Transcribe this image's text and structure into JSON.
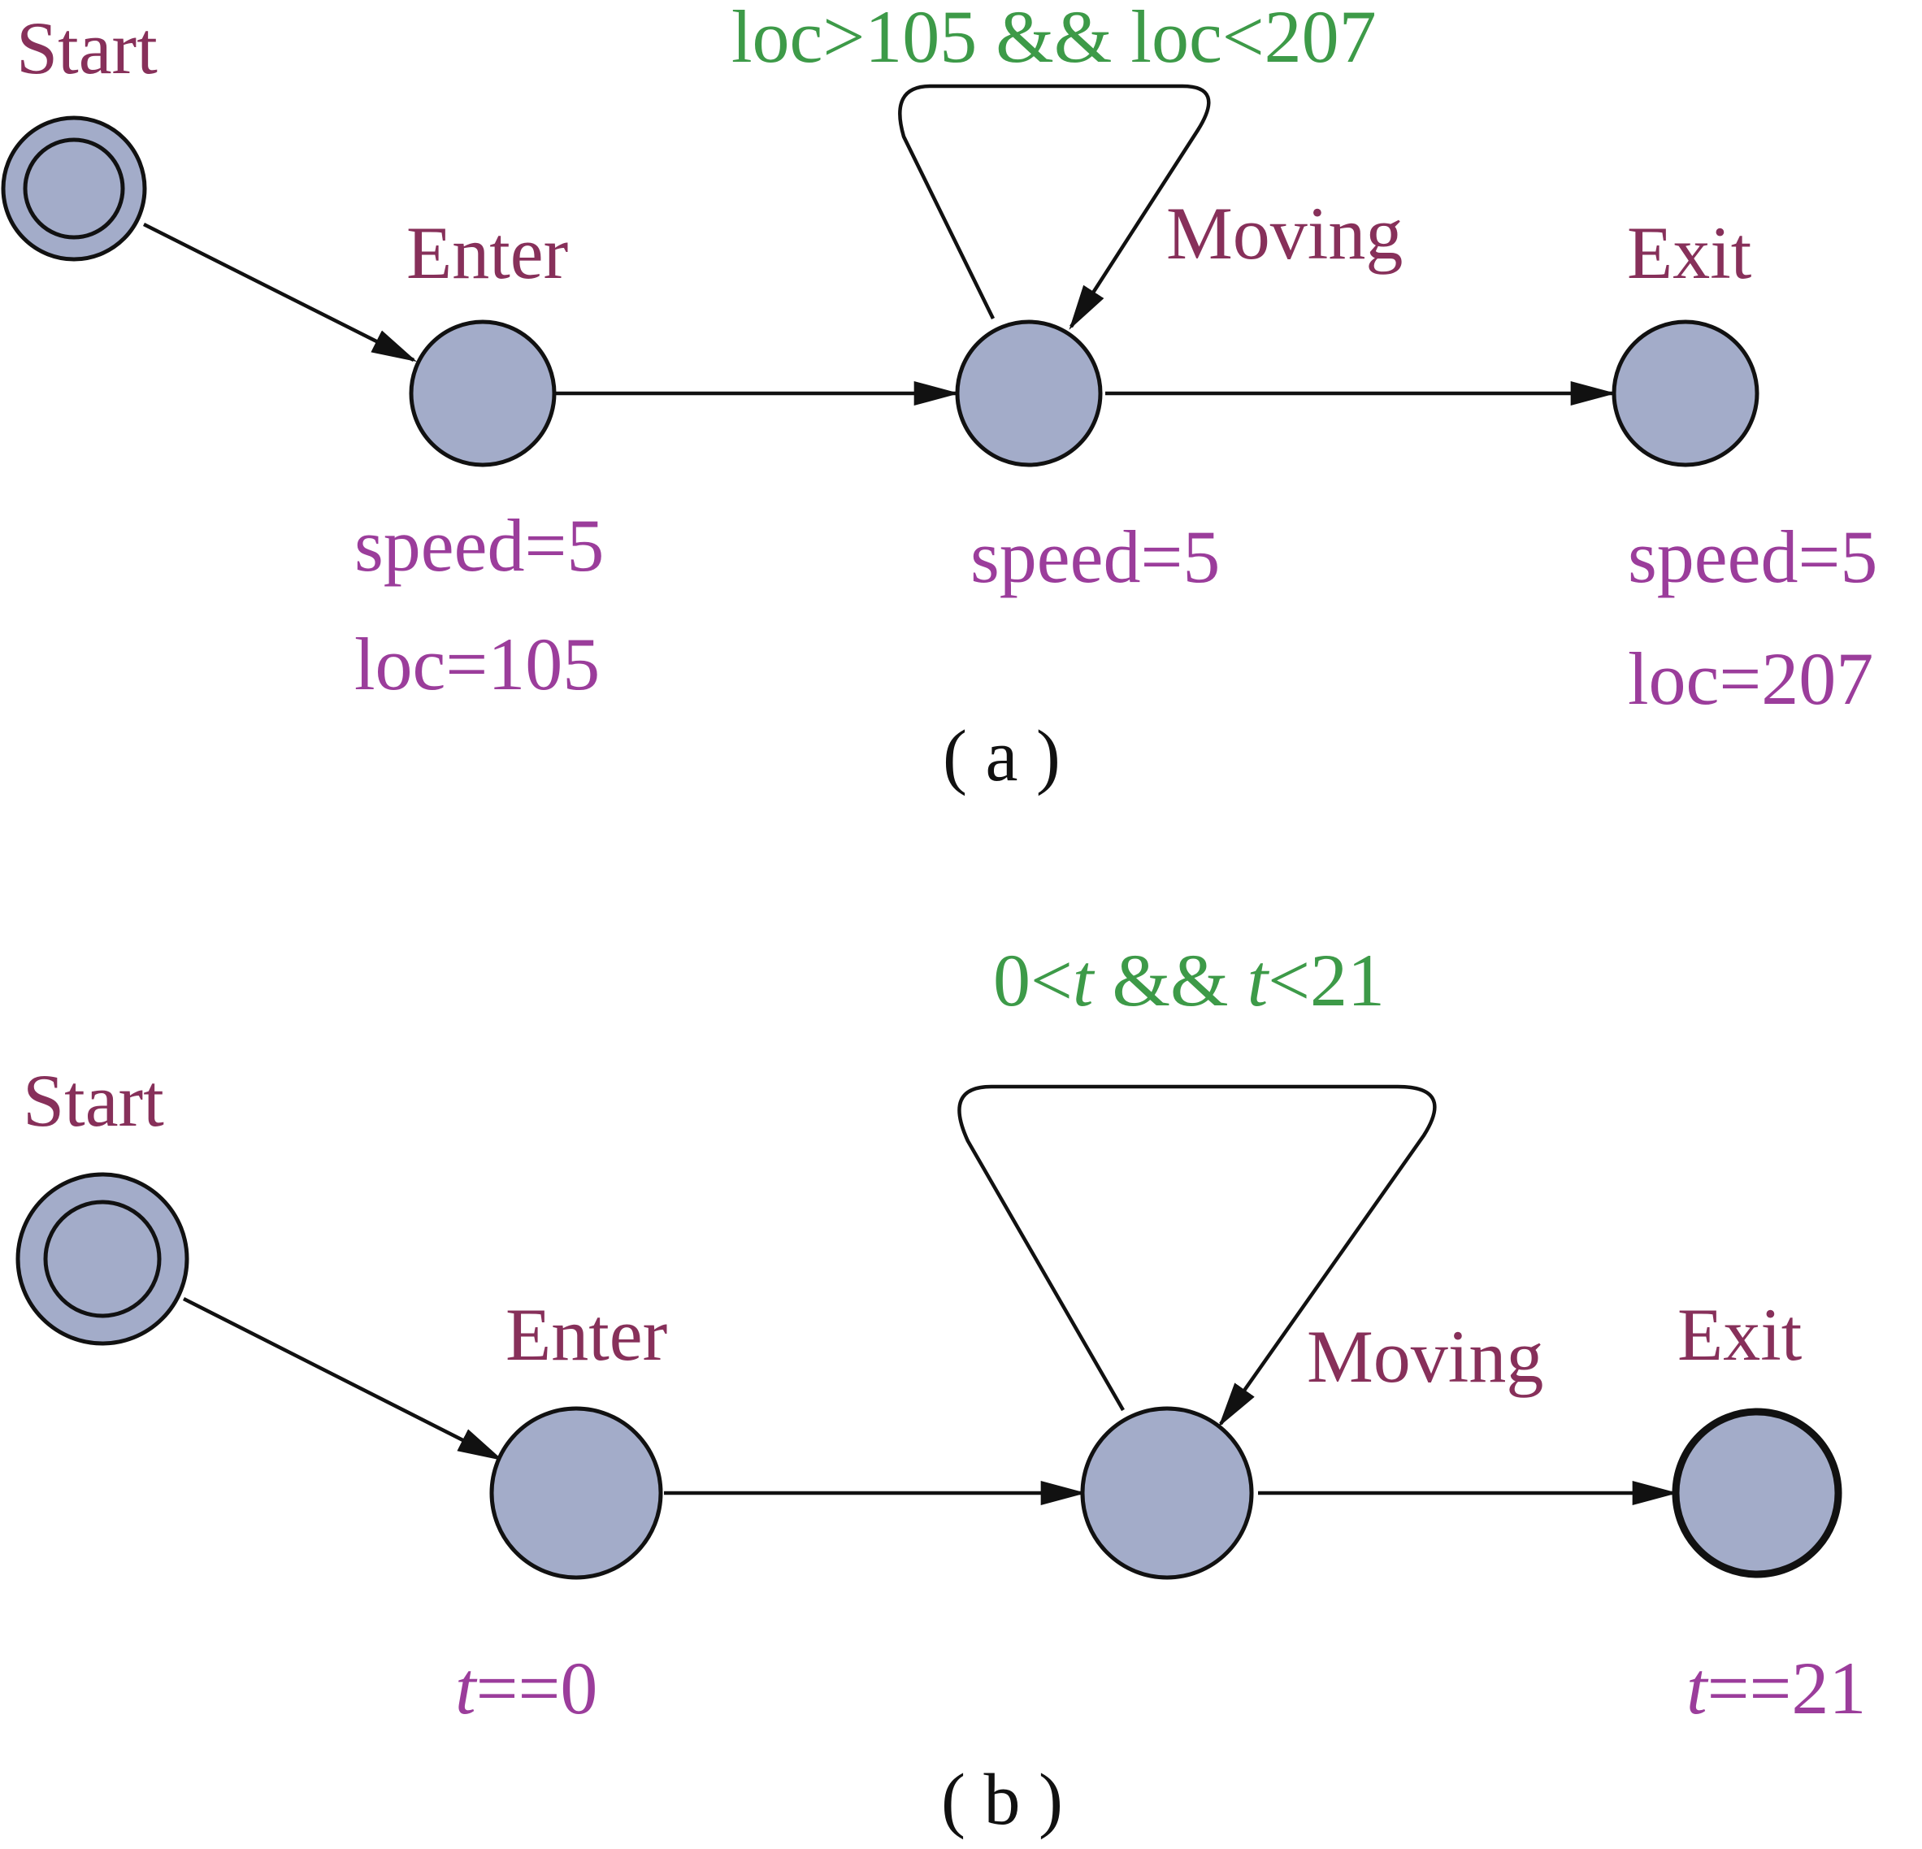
{
  "colors": {
    "node_fill": "#a3acc9",
    "stroke": "#111111",
    "state_name": "#87305a",
    "invariant": "#9b3d9b",
    "guard": "#3d9a48",
    "caption": "#111111"
  },
  "panel_a": {
    "caption": "( a )",
    "states": {
      "start": "Start",
      "enter": "Enter",
      "moving": "Moving",
      "exit": "Exit"
    },
    "guard": "loc>105 && loc<207",
    "enter_invariants": [
      "speed=5",
      "loc=105"
    ],
    "moving_invariant": "speed=5",
    "exit_invariants": [
      "speed=5",
      "loc=207"
    ]
  },
  "panel_b": {
    "caption": "( b )",
    "states": {
      "start": "Start",
      "enter": "Enter",
      "moving": "Moving",
      "exit": "Exit"
    },
    "guard": {
      "prefix": "0<",
      "var1": "t",
      "middle": " && ",
      "var2": "t",
      "suffix": "<21"
    },
    "enter_invariant": {
      "var": "t",
      "rest": "==0"
    },
    "exit_invariant": {
      "var": "t",
      "rest": "==21"
    }
  }
}
